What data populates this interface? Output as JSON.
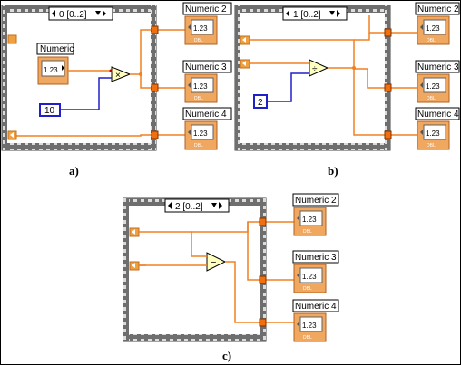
{
  "panels": [
    {
      "caption": "a)",
      "selector": "0 [0..2]",
      "operator": "×",
      "control_label": "Numeric",
      "control_value": "1.23",
      "constant": "10",
      "indicators": [
        {
          "label": "Numeric 2",
          "value": "1.23",
          "tag": "DBL"
        },
        {
          "label": "Numeric 3",
          "value": "1.23",
          "tag": "DBL"
        },
        {
          "label": "Numeric 4",
          "value": "1.23",
          "tag": "DBL"
        }
      ]
    },
    {
      "caption": "b)",
      "selector": "1 [0..2]",
      "operator": "÷",
      "constant": "2",
      "indicators": [
        {
          "label": "Numeric 2",
          "value": "1.23",
          "tag": "DBL"
        },
        {
          "label": "Numeric 3",
          "value": "1.23",
          "tag": "DBL"
        },
        {
          "label": "Numeric 4",
          "value": "1.23",
          "tag": "DBL"
        }
      ]
    },
    {
      "caption": "c)",
      "selector": "2 [0..2]",
      "operator": "−",
      "indicators": [
        {
          "label": "Numeric 2",
          "value": "1.23",
          "tag": "DBL"
        },
        {
          "label": "Numeric 3",
          "value": "1.23",
          "tag": "DBL"
        },
        {
          "label": "Numeric 4",
          "value": "1.23",
          "tag": "DBL"
        }
      ]
    }
  ],
  "colors": {
    "wire_orange": "#f08020",
    "wire_blue": "#2020c8",
    "frame_gray": "#808080",
    "indicator_fill": "#f0a860",
    "function_fill": "#ffffc0"
  }
}
